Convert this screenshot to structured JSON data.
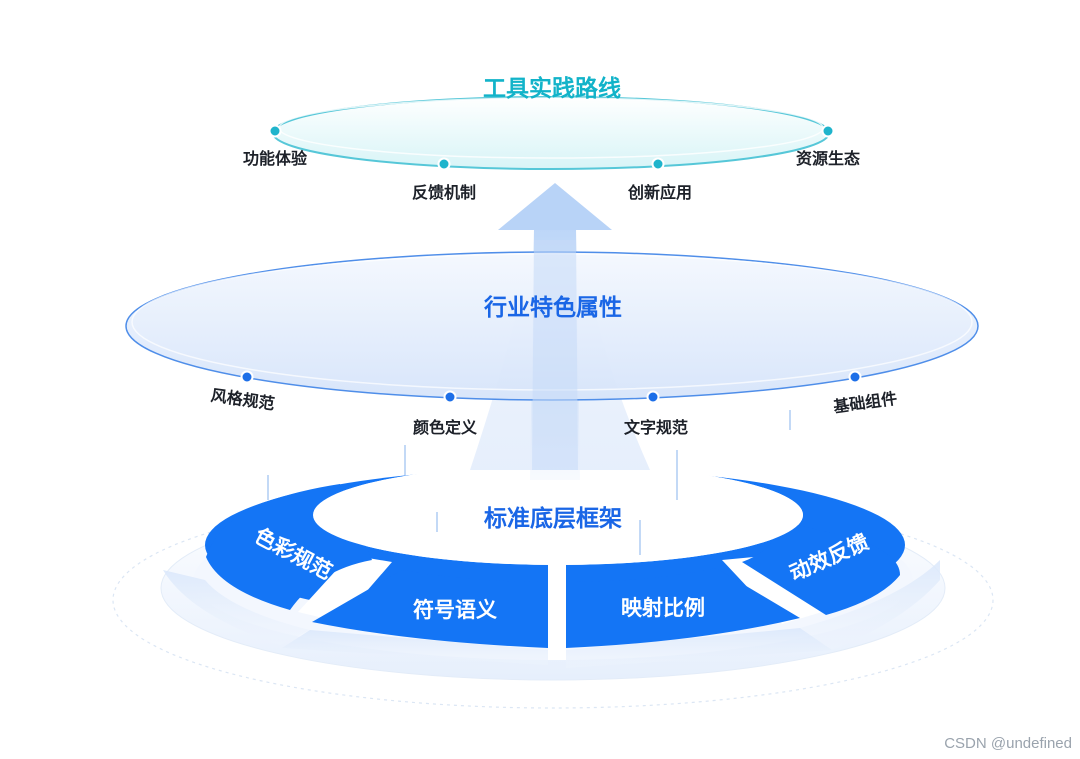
{
  "top_layer": {
    "title": "工具实践路线",
    "items": [
      "功能体验",
      "反馈机制",
      "创新应用",
      "资源生态"
    ]
  },
  "middle_layer": {
    "title": "行业特色属性",
    "items": [
      "风格规范",
      "颜色定义",
      "文字规范",
      "基础组件"
    ]
  },
  "base_layer": {
    "title": "标准底层框架",
    "segments": [
      "色彩规范",
      "符号语义",
      "映射比例",
      "动效反馈"
    ]
  },
  "watermark": "CSDN @undefined",
  "colors": {
    "top_title": "#12b3c9",
    "middle_title": "#1a66e6",
    "segment_fill": "#1475f5",
    "dot_cyan": "#1fb4cc",
    "dot_blue": "#1d6fe8"
  }
}
